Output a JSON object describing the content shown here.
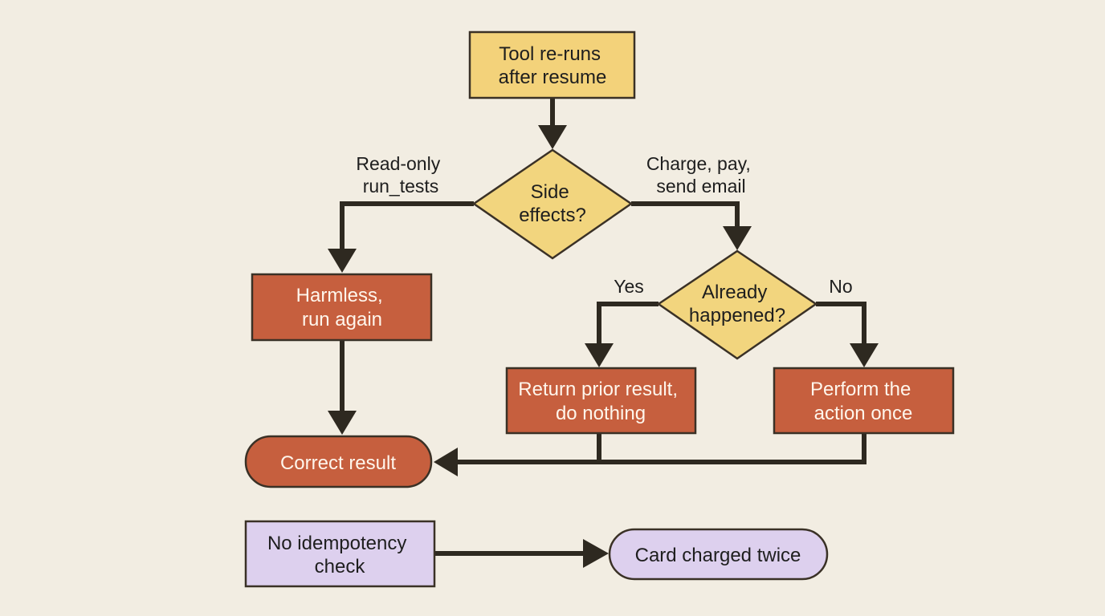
{
  "diagram": {
    "nodes": {
      "start": {
        "lines": [
          "Tool re-runs",
          "after resume"
        ]
      },
      "side_effects": {
        "lines": [
          "Side",
          "effects?"
        ]
      },
      "already": {
        "lines": [
          "Already",
          "happened?"
        ]
      },
      "harmless": {
        "lines": [
          "Harmless,",
          "run again"
        ]
      },
      "return_prior": {
        "lines": [
          "Return prior result,",
          "do nothing"
        ]
      },
      "perform": {
        "lines": [
          "Perform the",
          "action once"
        ]
      },
      "correct": {
        "lines": [
          "Correct result"
        ]
      },
      "no_check": {
        "lines": [
          "No idempotency",
          "check"
        ]
      },
      "charged_twice": {
        "lines": [
          "Card charged twice"
        ]
      }
    },
    "edge_labels": {
      "read_only": {
        "lines": [
          "Read-only",
          "run_tests"
        ]
      },
      "charge": {
        "lines": [
          "Charge, pay,",
          "send email"
        ]
      },
      "yes": {
        "lines": [
          "Yes"
        ]
      },
      "no": {
        "lines": [
          "No"
        ]
      }
    },
    "colors": {
      "background": "#f2ede2",
      "decision": "#f2d57e",
      "start": "#f3d27a",
      "action": "#c65f3e",
      "action_text": "#fff6ec",
      "outcome_bad": "#ddd0ee",
      "edge": "#2e2920",
      "outline": "#3a3126"
    }
  }
}
